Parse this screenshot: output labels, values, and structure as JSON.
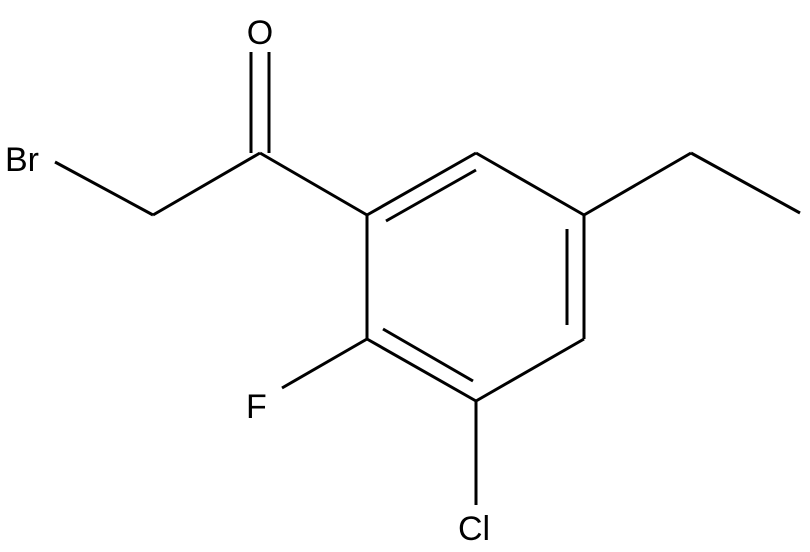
{
  "molecule": {
    "atoms": {
      "oxygen": "O",
      "bromine": "Br",
      "fluorine": "F",
      "chlorine": "Cl"
    }
  },
  "colors": {
    "background": "#ffffff",
    "bond": "#000000",
    "label": "#000000"
  }
}
